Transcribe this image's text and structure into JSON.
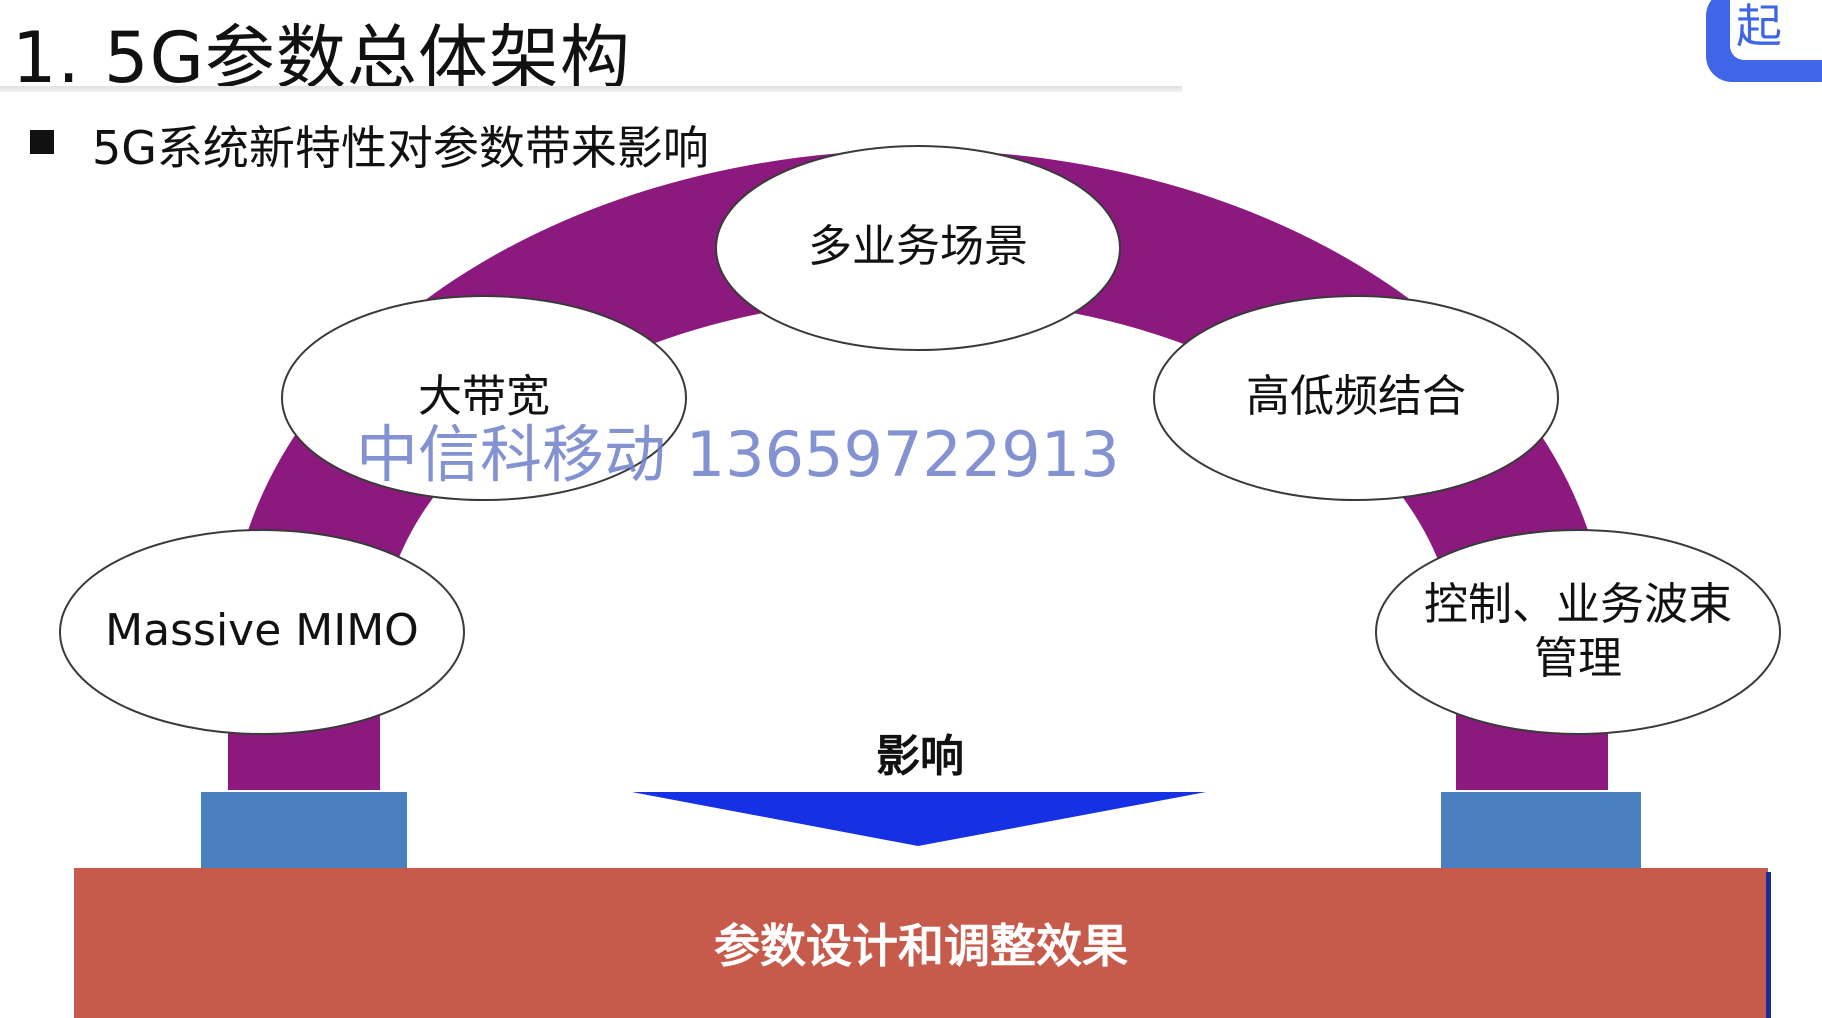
{
  "title": "1. 5G参数总体架构",
  "bullet": "5G系统新特性对参数带来影响",
  "corner_glyph": "起",
  "nodes": {
    "massive_mimo": "Massive MIMO",
    "bandwidth": "大带宽",
    "multi_scenario": "多业务场景",
    "frequency": "高低频结合",
    "beam_management": "控制、业务波束管理"
  },
  "impact_label": "影响",
  "base_label": "参数设计和调整效果",
  "watermark": "中信科移动 13659722913",
  "colors": {
    "arch": "#8c1a7e",
    "pillar": "#4a80c0",
    "base": "#c65b4c",
    "arrow": "#1630e6",
    "watermark": "#6e80c9"
  }
}
